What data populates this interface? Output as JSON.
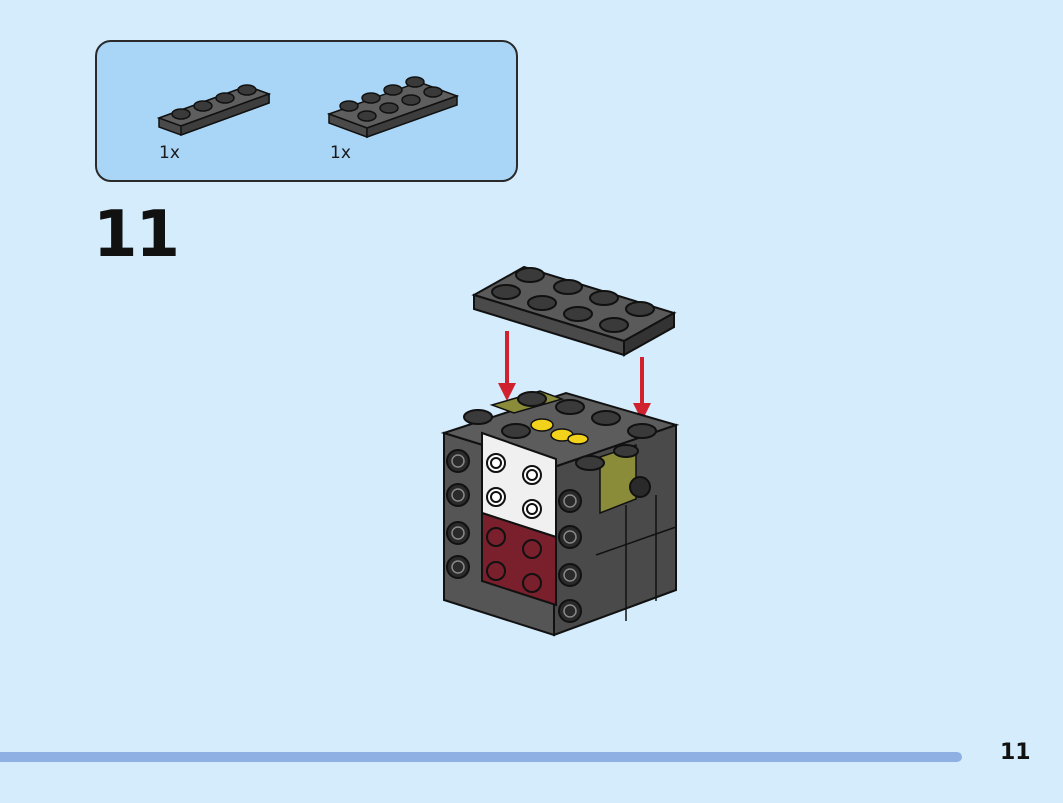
{
  "parts": [
    {
      "name": "plate-1x4",
      "quantity": "1x",
      "color": "#555555"
    },
    {
      "name": "plate-2x4",
      "quantity": "1x",
      "color": "#555555"
    }
  ],
  "step": {
    "number": "11"
  },
  "page": {
    "number": "11"
  },
  "colors": {
    "background": "#d4ecfb",
    "parts_box": "#a9d6f7",
    "footer_bar": "#8fb0e3",
    "arrow": "#d0222c"
  }
}
